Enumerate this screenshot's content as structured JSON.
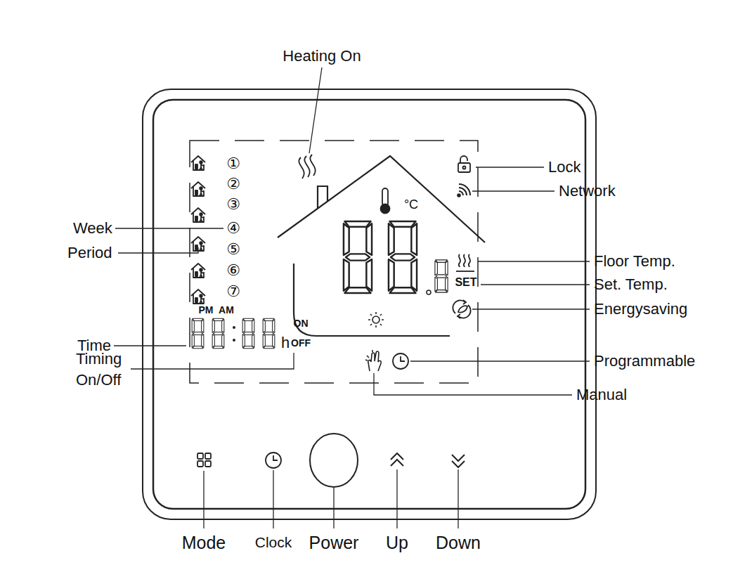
{
  "diagram": {
    "labels": [
      "Heating On",
      "Lock",
      "Network",
      "Week",
      "Period",
      "Floor Temp.",
      "Set. Temp.",
      "Energysaving",
      "Time",
      "Programmable",
      "Timing On/Off",
      "Manual",
      "Mode",
      "Clock",
      "Power",
      "Up",
      "Down",
      "PM",
      "AM",
      "ON",
      "OFF",
      "h",
      "SET",
      "°C",
      "①",
      "②",
      "③",
      "④",
      "⑤",
      "⑥",
      "⑦"
    ]
  }
}
